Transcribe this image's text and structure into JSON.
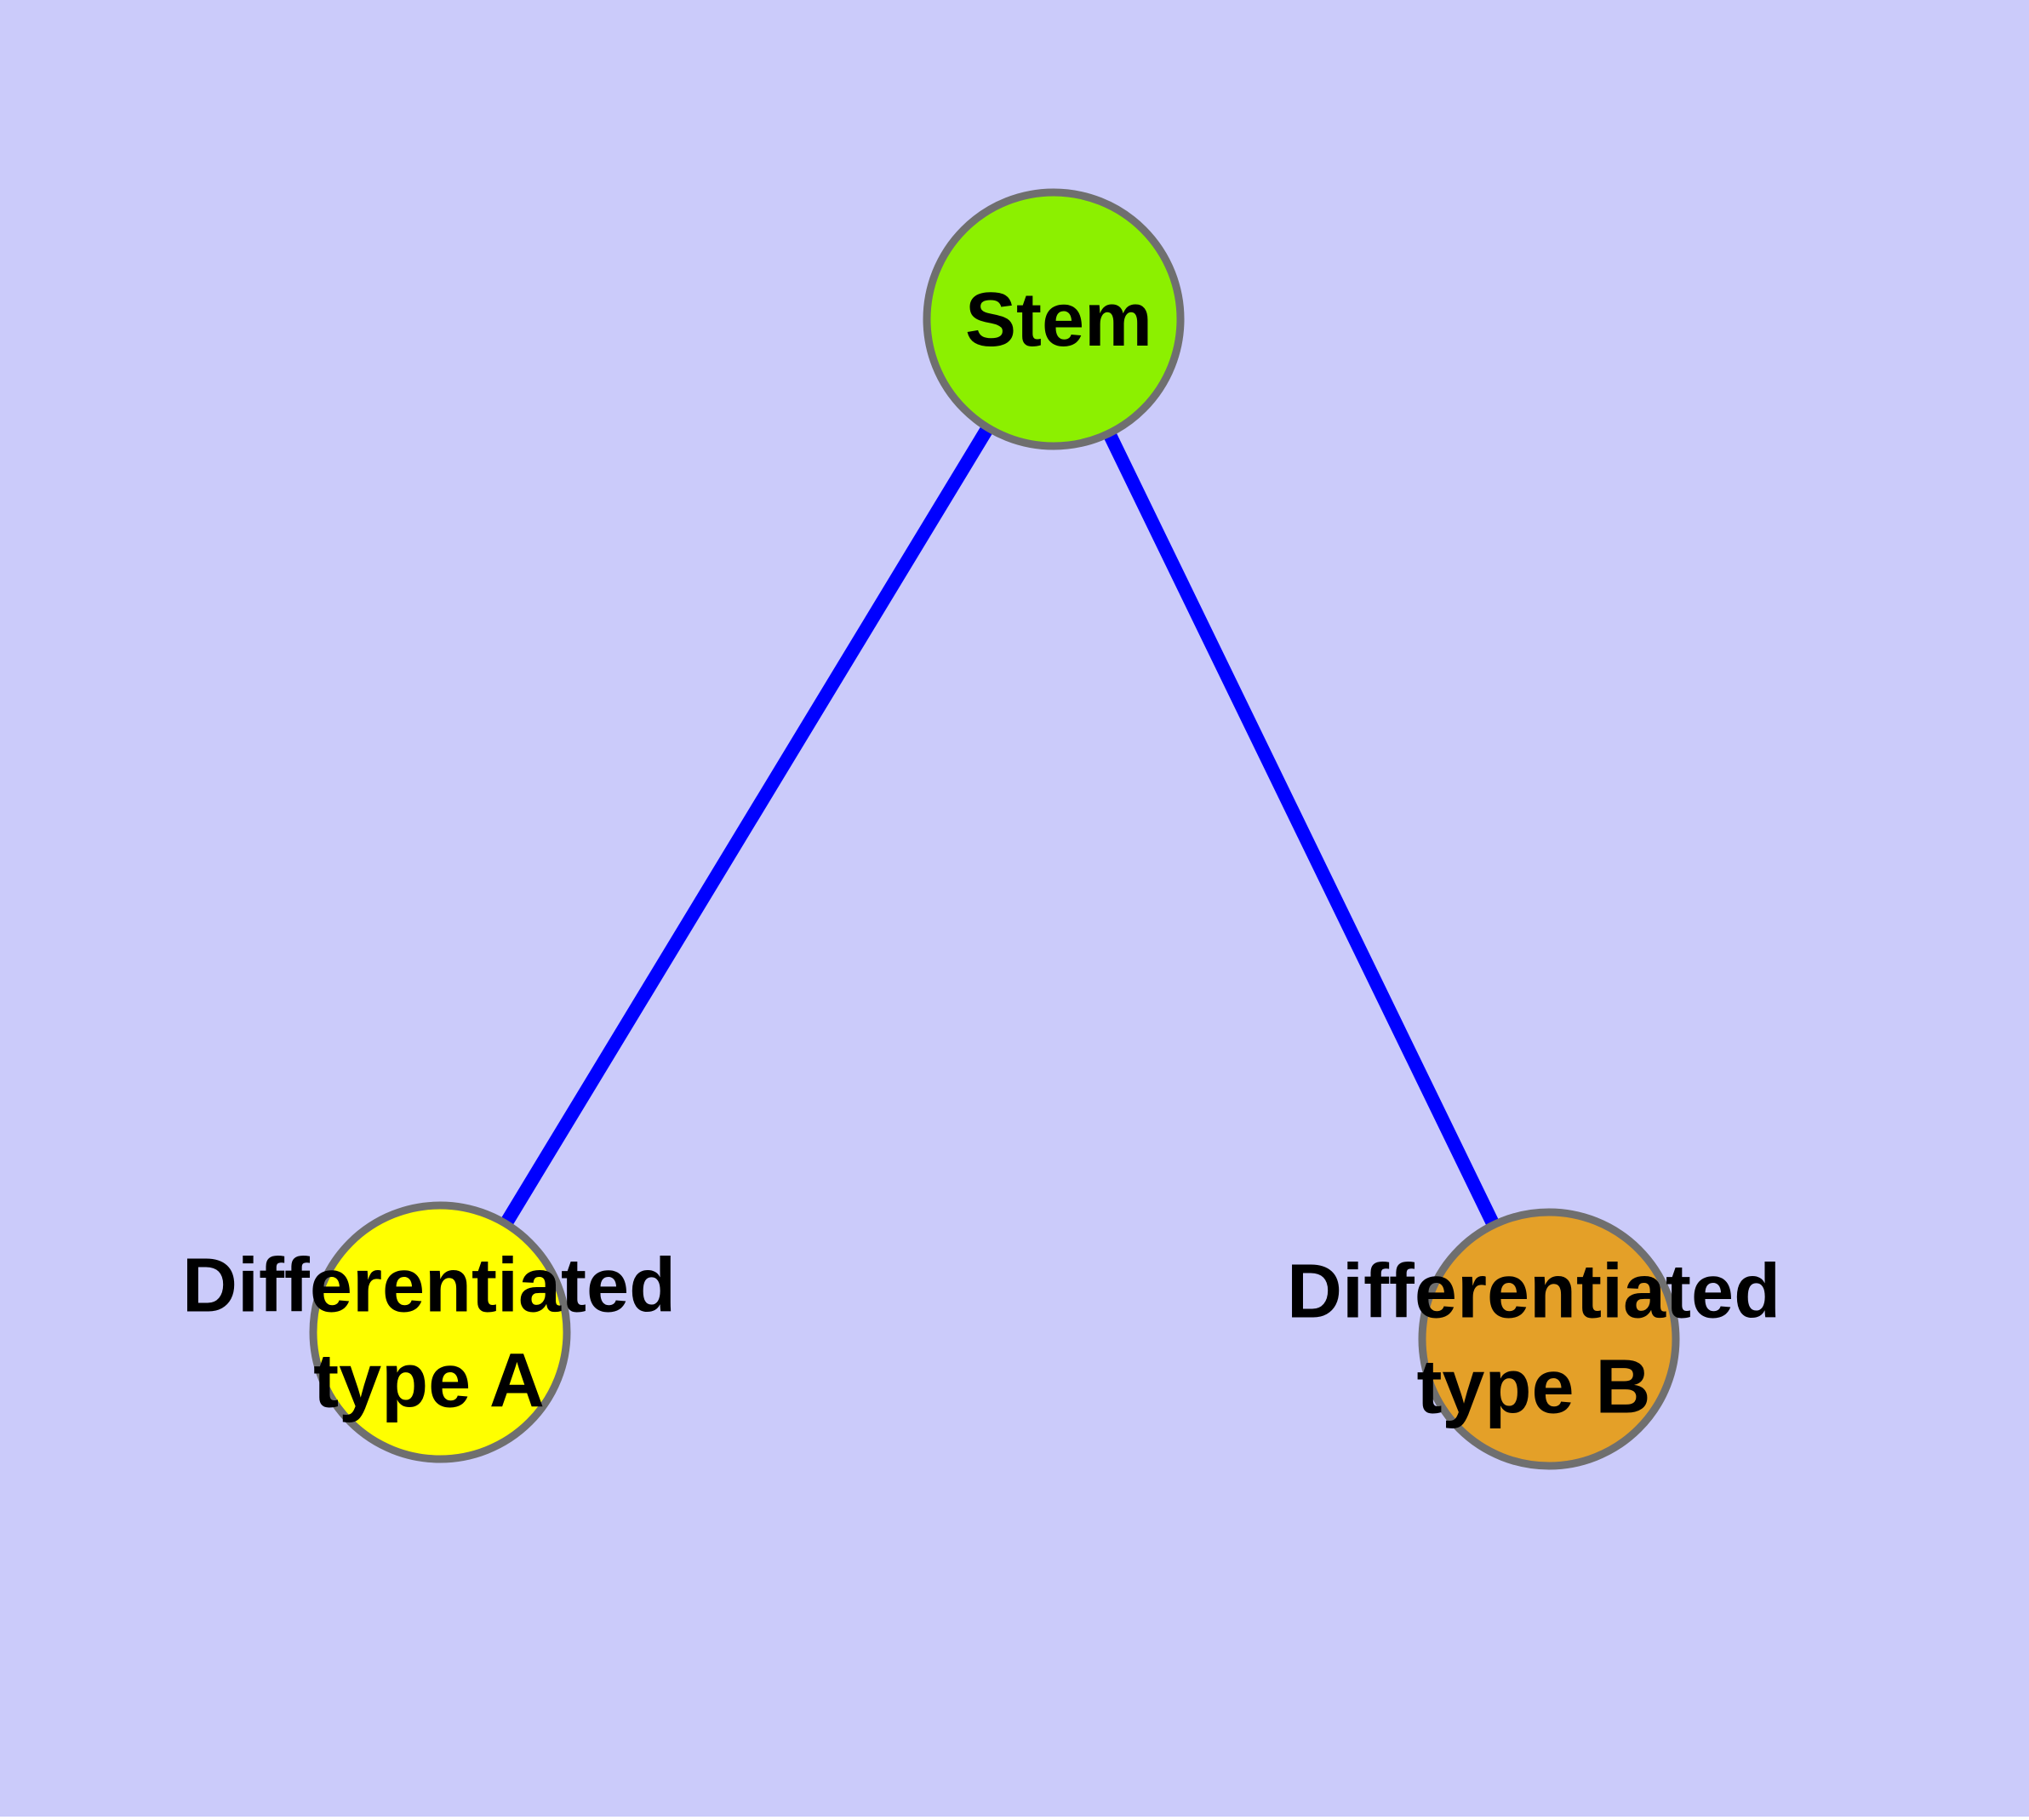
{
  "diagram": {
    "type": "graph",
    "background_color": "#CBCBFA",
    "edge_color": "#0000FF",
    "node_border_color": "#6F6F6F",
    "label_color": "#000000",
    "nodes": [
      {
        "id": "stem",
        "label": "Stem",
        "color": "#8CF000"
      },
      {
        "id": "type-a",
        "label": "Differentiated\ntype A",
        "color": "#FFFF00"
      },
      {
        "id": "type-b",
        "label": "Differentiated\ntype B",
        "color": "#E4A028"
      }
    ],
    "edges": [
      {
        "from": "Stem",
        "to": "Differentiated type A"
      },
      {
        "from": "Stem",
        "to": "Differentiated type B"
      }
    ]
  }
}
